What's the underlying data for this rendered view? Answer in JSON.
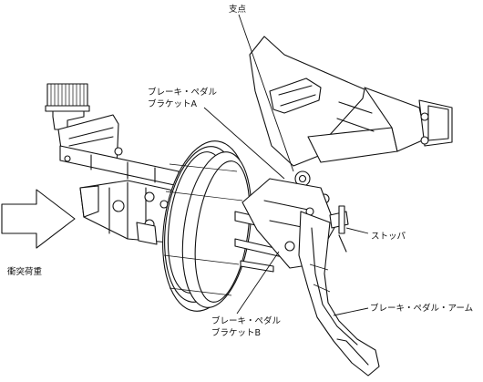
{
  "labels": {
    "pivot": "支点",
    "bracket_a": [
      "ブレーキ・ペダル",
      "ブラケットA"
    ],
    "stopper": "ストッパ",
    "impact_load": "衝突荷重",
    "bracket_b": [
      "ブレーキ・ペダル",
      "ブラケットB"
    ],
    "pedal_arm": "ブレーキ・ペダル・アーム"
  }
}
